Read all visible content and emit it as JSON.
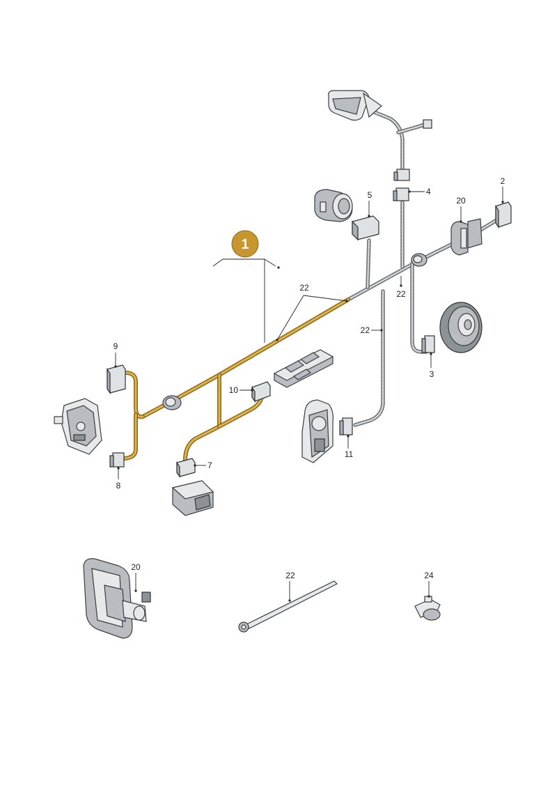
{
  "main_badge": {
    "label": "1",
    "color": "#c8962e"
  },
  "colors": {
    "harness_highlight": "#c8962e",
    "harness_standard": "#6b6f73"
  },
  "callouts": [
    {
      "id": "c2",
      "label": "2"
    },
    {
      "id": "c3",
      "label": "3"
    },
    {
      "id": "c4",
      "label": "4"
    },
    {
      "id": "c5",
      "label": "5"
    },
    {
      "id": "c7",
      "label": "7"
    },
    {
      "id": "c8",
      "label": "8"
    },
    {
      "id": "c9",
      "label": "9"
    },
    {
      "id": "c10",
      "label": "10"
    },
    {
      "id": "c11",
      "label": "11"
    },
    {
      "id": "c20a",
      "label": "20"
    },
    {
      "id": "c22a",
      "label": "22"
    },
    {
      "id": "c22b",
      "label": "22"
    },
    {
      "id": "c22c",
      "label": "22"
    },
    {
      "id": "c20b",
      "label": "20"
    },
    {
      "id": "c22d",
      "label": "22"
    },
    {
      "id": "c24",
      "label": "24"
    }
  ]
}
